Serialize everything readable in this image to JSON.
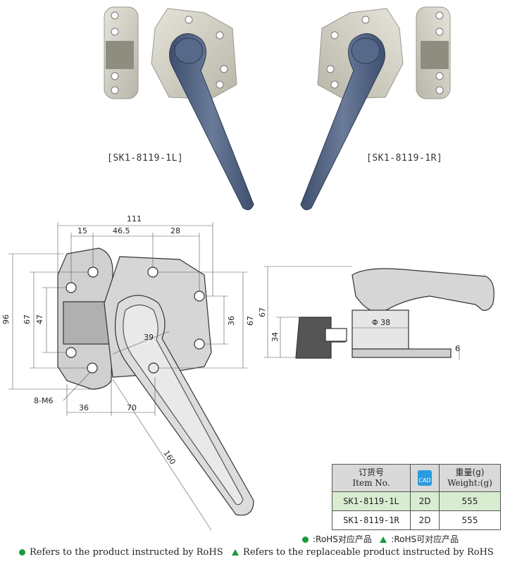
{
  "photos": {
    "left_label": "[SK1-8119-1L]",
    "right_label": "[SK1-8119-1R]"
  },
  "dimensions": {
    "d111": "111",
    "d15": "15",
    "d46_5": "46.5",
    "d28": "28",
    "d96": "96",
    "d67_left": "67",
    "d47": "47",
    "d36_right": "36",
    "d67_right": "67",
    "d39": "39",
    "d8m6": "8-M6",
    "d36_bottom": "36",
    "d70": "70",
    "d160": "160",
    "side_67": "67",
    "side_34": "34",
    "side_phi38": "Φ 38",
    "side_6": "6"
  },
  "table": {
    "col1_cn": "订货号",
    "col1_en": "Item No.",
    "col2_icon": "CAD",
    "col3_cn": "重量(g)",
    "col3_en": "Weight:(g)",
    "rows": [
      {
        "item": "SK1-8119-1L",
        "type": "2D",
        "weight": "555"
      },
      {
        "item": "SK1-8119-1R",
        "type": "2D",
        "weight": "555"
      }
    ]
  },
  "legend": {
    "small_dot_text": ":RoHS对应产品",
    "small_tri_text": ":RoHS可对应产品",
    "dot_text": "Refers to the product instructed by RoHS",
    "tri_text": "Refers to the replaceable product instructed by RoHS"
  },
  "colors": {
    "accent_green": "#1a9a3a",
    "handle_blue": "#4c5d7c",
    "metal": "#c8c6b8",
    "row_highlight": "#d8ecd0"
  }
}
